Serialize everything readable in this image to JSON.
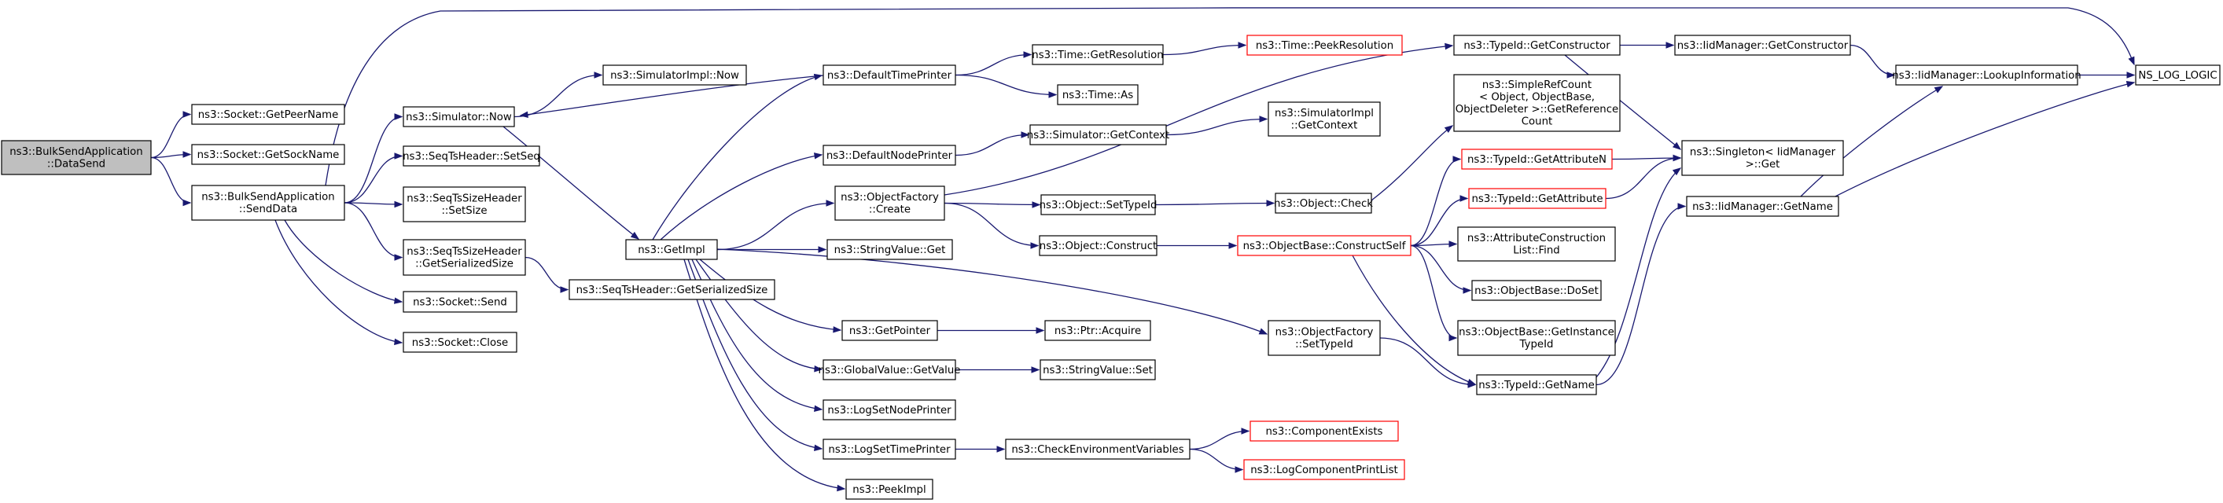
{
  "colors": {
    "edge": "#191970",
    "node_border": "#000000",
    "highlight_fill": "#bfbfbf",
    "missing_border": "#ff0000"
  },
  "nodes": [
    {
      "id": "n0",
      "lines": [
        "ns3::BulkSendApplication",
        "::DataSend"
      ],
      "style": "root"
    },
    {
      "id": "n1",
      "lines": [
        "ns3::Socket::GetPeerName"
      ],
      "style": "normal"
    },
    {
      "id": "n2",
      "lines": [
        "ns3::Socket::GetSockName"
      ],
      "style": "normal"
    },
    {
      "id": "n3",
      "lines": [
        "ns3::BulkSendApplication",
        "::SendData"
      ],
      "style": "normal"
    },
    {
      "id": "n4",
      "lines": [
        "ns3::Simulator::Now"
      ],
      "style": "normal"
    },
    {
      "id": "n5",
      "lines": [
        "ns3::SeqTsHeader::SetSeq"
      ],
      "style": "normal"
    },
    {
      "id": "n6",
      "lines": [
        "ns3::SeqTsSizeHeader",
        "::SetSize"
      ],
      "style": "normal"
    },
    {
      "id": "n7",
      "lines": [
        "ns3::SeqTsSizeHeader",
        "::GetSerializedSize"
      ],
      "style": "normal"
    },
    {
      "id": "n8",
      "lines": [
        "ns3::Socket::Send"
      ],
      "style": "normal"
    },
    {
      "id": "n9",
      "lines": [
        "ns3::Socket::Close"
      ],
      "style": "normal"
    },
    {
      "id": "n10",
      "lines": [
        "ns3::SimulatorImpl::Now"
      ],
      "style": "normal"
    },
    {
      "id": "n11",
      "lines": [
        "ns3::GetImpl"
      ],
      "style": "normal"
    },
    {
      "id": "n12",
      "lines": [
        "ns3::SeqTsHeader::GetSerializedSize"
      ],
      "style": "normal"
    },
    {
      "id": "n13",
      "lines": [
        "ns3::DefaultTimePrinter"
      ],
      "style": "normal"
    },
    {
      "id": "n14",
      "lines": [
        "ns3::DefaultNodePrinter"
      ],
      "style": "normal"
    },
    {
      "id": "n15",
      "lines": [
        "ns3::ObjectFactory",
        "::Create"
      ],
      "style": "normal"
    },
    {
      "id": "n16",
      "lines": [
        "ns3::StringValue::Get"
      ],
      "style": "normal"
    },
    {
      "id": "n17",
      "lines": [
        "ns3::GetPointer"
      ],
      "style": "normal"
    },
    {
      "id": "n18",
      "lines": [
        "ns3::GlobalValue::GetValue"
      ],
      "style": "normal"
    },
    {
      "id": "n19",
      "lines": [
        "ns3::LogSetNodePrinter"
      ],
      "style": "normal"
    },
    {
      "id": "n20",
      "lines": [
        "ns3::LogSetTimePrinter"
      ],
      "style": "normal"
    },
    {
      "id": "n21",
      "lines": [
        "ns3::PeekImpl"
      ],
      "style": "normal"
    },
    {
      "id": "n22",
      "lines": [
        "ns3::Time::GetResolution"
      ],
      "style": "normal"
    },
    {
      "id": "n23",
      "lines": [
        "ns3::Time::As"
      ],
      "style": "normal"
    },
    {
      "id": "n24",
      "lines": [
        "ns3::Simulator::GetContext"
      ],
      "style": "normal"
    },
    {
      "id": "n25",
      "lines": [
        "ns3::Object::SetTypeId"
      ],
      "style": "normal"
    },
    {
      "id": "n26",
      "lines": [
        "ns3::Object::Construct"
      ],
      "style": "normal"
    },
    {
      "id": "n27",
      "lines": [
        "ns3::Ptr::Acquire"
      ],
      "style": "normal"
    },
    {
      "id": "n28",
      "lines": [
        "ns3::StringValue::Set"
      ],
      "style": "normal"
    },
    {
      "id": "n29",
      "lines": [
        "ns3::CheckEnvironmentVariables"
      ],
      "style": "normal"
    },
    {
      "id": "n30",
      "lines": [
        "ns3::Time::PeekResolution"
      ],
      "style": "missing"
    },
    {
      "id": "n31",
      "lines": [
        "ns3::SimulatorImpl",
        "::GetContext"
      ],
      "style": "normal"
    },
    {
      "id": "n32",
      "lines": [
        "ns3::Object::Check"
      ],
      "style": "normal"
    },
    {
      "id": "n33",
      "lines": [
        "ns3::ObjectBase::ConstructSelf"
      ],
      "style": "missing"
    },
    {
      "id": "n34",
      "lines": [
        "ns3::ObjectFactory",
        "::SetTypeId"
      ],
      "style": "normal"
    },
    {
      "id": "n35",
      "lines": [
        "ns3::ComponentExists"
      ],
      "style": "missing"
    },
    {
      "id": "n36",
      "lines": [
        "ns3::LogComponentPrintList"
      ],
      "style": "missing"
    },
    {
      "id": "n37",
      "lines": [
        "ns3::TypeId::GetConstructor"
      ],
      "style": "normal"
    },
    {
      "id": "n38",
      "lines": [
        "ns3::SimpleRefCount",
        "< Object, ObjectBase,",
        "ObjectDeleter >::GetReference",
        "Count"
      ],
      "style": "normal"
    },
    {
      "id": "n39",
      "lines": [
        "ns3::TypeId::GetAttributeN"
      ],
      "style": "missing"
    },
    {
      "id": "n40",
      "lines": [
        "ns3::TypeId::GetAttribute"
      ],
      "style": "missing"
    },
    {
      "id": "n41",
      "lines": [
        "ns3::AttributeConstruction",
        "List::Find"
      ],
      "style": "normal"
    },
    {
      "id": "n42",
      "lines": [
        "ns3::ObjectBase::DoSet"
      ],
      "style": "normal"
    },
    {
      "id": "n43",
      "lines": [
        "ns3::ObjectBase::GetInstance",
        "TypeId"
      ],
      "style": "normal"
    },
    {
      "id": "n44",
      "lines": [
        "ns3::TypeId::GetName"
      ],
      "style": "normal"
    },
    {
      "id": "n45",
      "lines": [
        "ns3::IidManager::GetConstructor"
      ],
      "style": "normal"
    },
    {
      "id": "n46",
      "lines": [
        "ns3::Singleton< IidManager",
        ">::Get"
      ],
      "style": "normal"
    },
    {
      "id": "n47",
      "lines": [
        "ns3::IidManager::GetName"
      ],
      "style": "normal"
    },
    {
      "id": "n48",
      "lines": [
        "ns3::IidManager::LookupInformation"
      ],
      "style": "normal"
    },
    {
      "id": "n49",
      "lines": [
        "NS_LOG_LOGIC"
      ],
      "style": "normal"
    }
  ],
  "edges": [
    [
      "n0",
      "n1"
    ],
    [
      "n0",
      "n2"
    ],
    [
      "n0",
      "n3"
    ],
    [
      "n3",
      "n4"
    ],
    [
      "n3",
      "n5"
    ],
    [
      "n3",
      "n6"
    ],
    [
      "n3",
      "n7"
    ],
    [
      "n3",
      "n8"
    ],
    [
      "n3",
      "n9"
    ],
    [
      "n3",
      "n49"
    ],
    [
      "n4",
      "n10"
    ],
    [
      "n4",
      "n11"
    ],
    [
      "n7",
      "n12"
    ],
    [
      "n11",
      "n13"
    ],
    [
      "n11",
      "n14"
    ],
    [
      "n11",
      "n15"
    ],
    [
      "n11",
      "n16"
    ],
    [
      "n11",
      "n17"
    ],
    [
      "n11",
      "n18"
    ],
    [
      "n11",
      "n19"
    ],
    [
      "n11",
      "n20"
    ],
    [
      "n11",
      "n21"
    ],
    [
      "n11",
      "n34"
    ],
    [
      "n13",
      "n4"
    ],
    [
      "n13",
      "n22"
    ],
    [
      "n13",
      "n23"
    ],
    [
      "n14",
      "n24"
    ],
    [
      "n15",
      "n25"
    ],
    [
      "n15",
      "n26"
    ],
    [
      "n15",
      "n37"
    ],
    [
      "n17",
      "n27"
    ],
    [
      "n18",
      "n28"
    ],
    [
      "n20",
      "n29"
    ],
    [
      "n22",
      "n30"
    ],
    [
      "n24",
      "n31"
    ],
    [
      "n25",
      "n32"
    ],
    [
      "n26",
      "n33"
    ],
    [
      "n29",
      "n35"
    ],
    [
      "n29",
      "n36"
    ],
    [
      "n32",
      "n38"
    ],
    [
      "n33",
      "n39"
    ],
    [
      "n33",
      "n40"
    ],
    [
      "n33",
      "n41"
    ],
    [
      "n33",
      "n42"
    ],
    [
      "n33",
      "n43"
    ],
    [
      "n33",
      "n44"
    ],
    [
      "n34",
      "n44"
    ],
    [
      "n37",
      "n45"
    ],
    [
      "n37",
      "n46"
    ],
    [
      "n39",
      "n46"
    ],
    [
      "n40",
      "n46"
    ],
    [
      "n44",
      "n46"
    ],
    [
      "n44",
      "n47"
    ],
    [
      "n45",
      "n48"
    ],
    [
      "n47",
      "n48"
    ],
    [
      "n47",
      "n49"
    ],
    [
      "n48",
      "n49"
    ]
  ]
}
